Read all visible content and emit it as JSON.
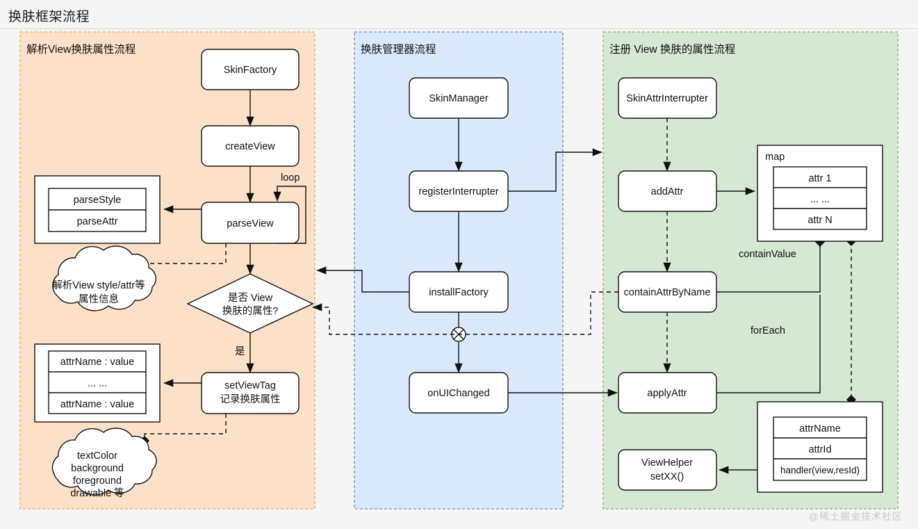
{
  "page": {
    "title": "换肤框架流程",
    "watermark": "@稀土掘金技术社区",
    "background": "#f5f5f5"
  },
  "lanes": [
    {
      "id": "parse",
      "title": "解析View换肤属性流程",
      "fill": "#fce0c8",
      "stroke": "#d6b656"
    },
    {
      "id": "manager",
      "title": "换肤管理器流程",
      "fill": "#dae8fc",
      "stroke": "#6c8ebf"
    },
    {
      "id": "register",
      "title": "注册 View 换肤的属性流程",
      "fill": "#d5e8d4",
      "stroke": "#82b366"
    }
  ],
  "nodes": {
    "skin_factory": "SkinFactory",
    "create_view": "createView",
    "parse_view": "parseView",
    "decision": [
      "是否 View",
      "换肤的属性?"
    ],
    "set_view_tag": [
      "setViewTag",
      "记录换肤属性"
    ],
    "skin_manager": "SkinManager",
    "register_interrupter": "registerInterrupter",
    "install_factory": "installFactory",
    "on_ui_changed": "onUIChanged",
    "skin_attr_interrupter": "SkinAttrInterrupter",
    "add_attr": "addAttr",
    "contain_attr_by_name": "containAttrByName",
    "apply_attr": "applyAttr",
    "view_helper": [
      "ViewHelper",
      "setXX()"
    ]
  },
  "tables": {
    "parse_methods": {
      "rows": [
        "parseStyle",
        "parseAttr"
      ]
    },
    "attr_values": {
      "rows": [
        "attrName : value",
        "... ...",
        "attrName : value"
      ]
    },
    "map": {
      "caption": "map",
      "rows": [
        "attr 1",
        "... ...",
        "attr N"
      ]
    },
    "attr_entry": {
      "rows": [
        "attrName",
        "attrId",
        "handler(view,resId)"
      ]
    }
  },
  "clouds": {
    "parse_note": [
      "解析View style/attr等",
      "属性信息"
    ],
    "attr_note": [
      "textColor",
      "background",
      "foreground",
      "drawable 等"
    ]
  },
  "edge_labels": {
    "loop": "loop",
    "yes": "是",
    "contain_value": "containValue",
    "for_each": "forEach"
  }
}
